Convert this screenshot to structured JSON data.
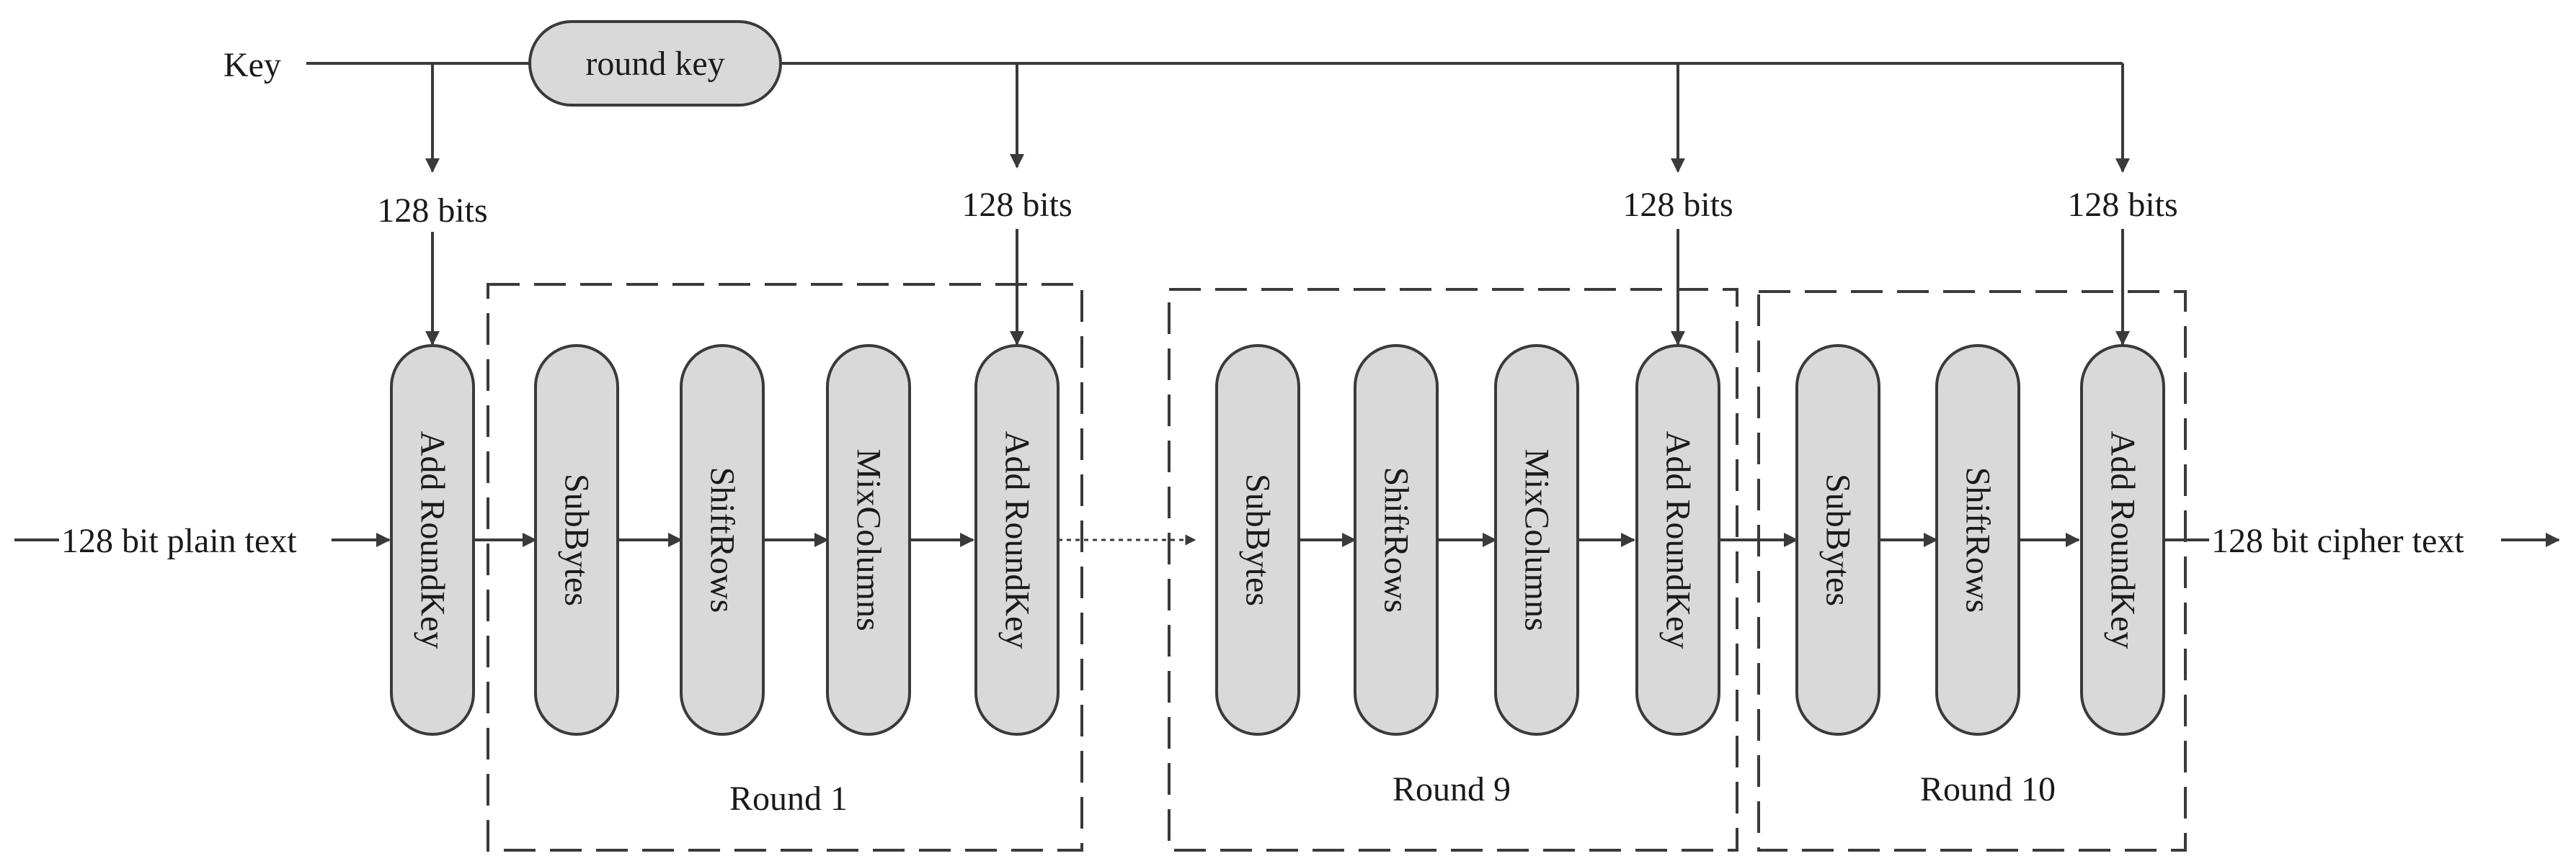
{
  "key_label": "Key",
  "round_key_label": "round key",
  "bits_label": "128 bits",
  "input_label": "128 bit plain text",
  "output_label": "128 bit cipher text",
  "blocks": {
    "initial": "Add RoundKey",
    "r1_sub": "SubBytes",
    "r1_shift": "ShiftRows",
    "r1_mix": "MixColumns",
    "r1_add": "Add RoundKey",
    "r9_sub": "SubBytes",
    "r9_shift": "ShiftRows",
    "r9_mix": "MixColumns",
    "r9_add": "Add RoundKey",
    "r10_sub": "SubBytes",
    "r10_shift": "ShiftRows",
    "r10_add": "Add RoundKey"
  },
  "rounds": {
    "r1": "Round 1",
    "r9": "Round 9",
    "r10": "Round 10"
  },
  "colors": {
    "block_fill": "#d9d9d9",
    "stroke": "#3a3a3a"
  }
}
